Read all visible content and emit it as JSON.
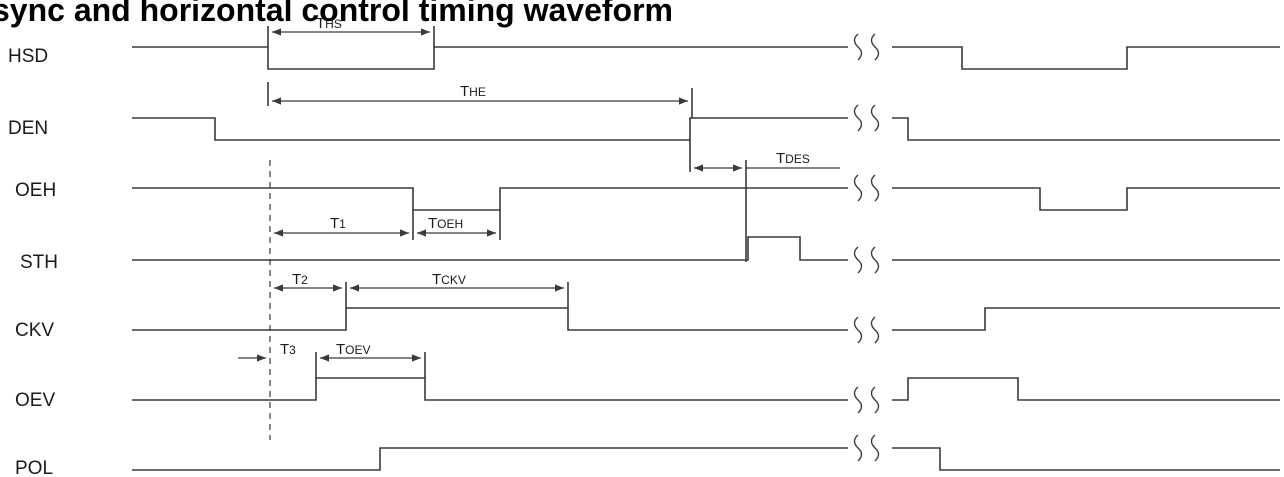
{
  "title": "sync and horizontal control timing waveform",
  "signals": [
    "HSD",
    "DEN",
    "OEH",
    "STH",
    "CKV",
    "OEV",
    "POL"
  ],
  "timings": {
    "ths": {
      "main": "T",
      "sub": "HS"
    },
    "the": {
      "main": "T",
      "sub": "HE"
    },
    "tdes": {
      "main": "T",
      "sub": "DES"
    },
    "t1": {
      "main": "T",
      "sub": "1"
    },
    "toeh": {
      "main": "T",
      "sub": "OEH"
    },
    "t2": {
      "main": "T",
      "sub": "2"
    },
    "tckv": {
      "main": "T",
      "sub": "CKV"
    },
    "t3": {
      "main": "T",
      "sub": "3"
    },
    "toev": {
      "main": "T",
      "sub": "OEV"
    }
  }
}
